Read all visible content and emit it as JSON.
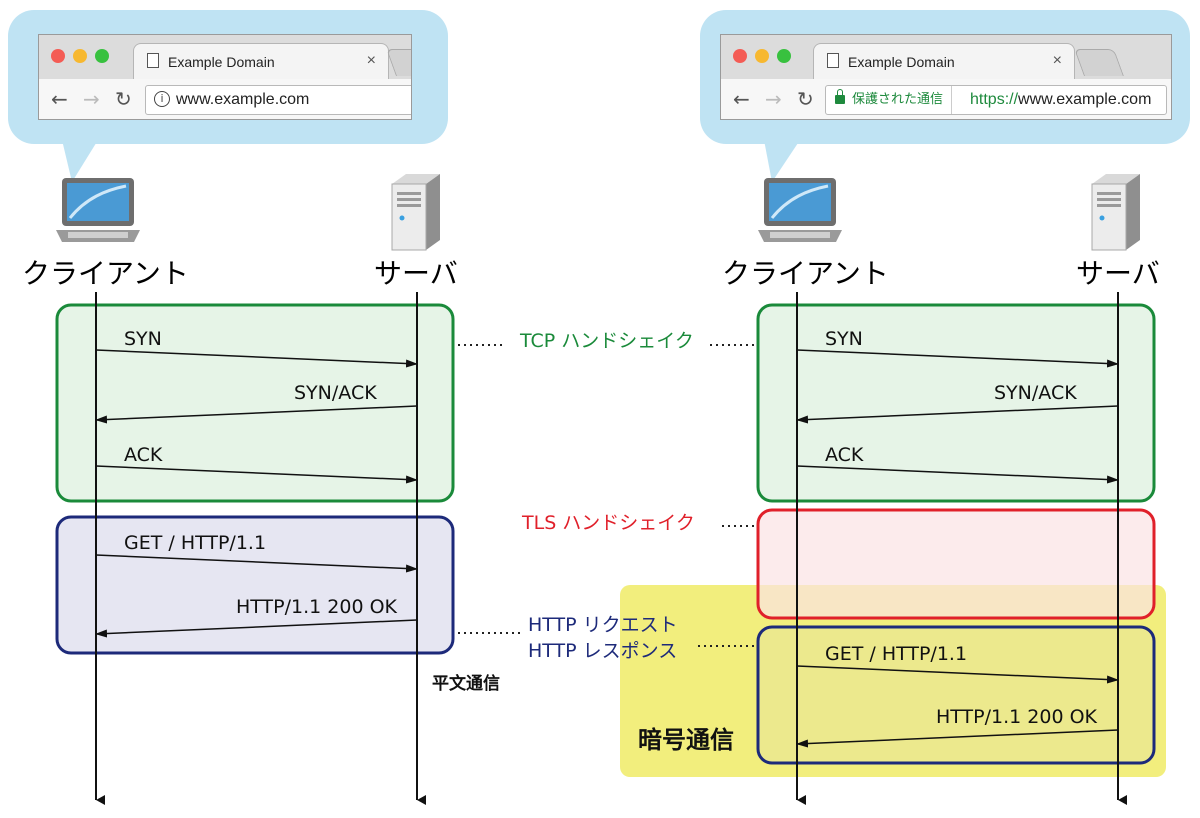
{
  "left": {
    "browser": {
      "tab_title": "Example Domain",
      "tab_close": "×",
      "url": "www.example.com"
    },
    "client_label": "クライアント",
    "server_label": "サーバ",
    "messages": {
      "syn": "SYN",
      "synack": "SYN/ACK",
      "ack": "ACK",
      "get": "GET / HTTP/1.1",
      "ok": "HTTP/1.1 200 OK"
    },
    "plaintext_label": "平文通信"
  },
  "right": {
    "browser": {
      "tab_title": "Example Domain",
      "tab_close": "×",
      "secure_label": "保護された通信",
      "url_scheme": "https://",
      "url_host": "www.example.com"
    },
    "client_label": "クライアント",
    "server_label": "サーバ",
    "messages": {
      "syn": "SYN",
      "synack": "SYN/ACK",
      "ack": "ACK",
      "get": "GET / HTTP/1.1",
      "ok": "HTTP/1.1 200 OK"
    },
    "encrypted_label": "暗号通信"
  },
  "phases": {
    "tcp": "TCP ハンドシェイク",
    "tls": "TLS ハンドシェイク",
    "http_request": "HTTP リクエスト",
    "http_response": "HTTP レスポンス"
  },
  "colors": {
    "tcp": "#1a8a3a",
    "tls": "#e0202a",
    "http": "#1d2a7a",
    "tcp_fill": "#e6f4e7",
    "tls_fill": "#fbe3e4",
    "http_fill": "#e6e6f2",
    "encrypted_fill": "#f2ee7d",
    "bubble": "#bfe3f3"
  }
}
